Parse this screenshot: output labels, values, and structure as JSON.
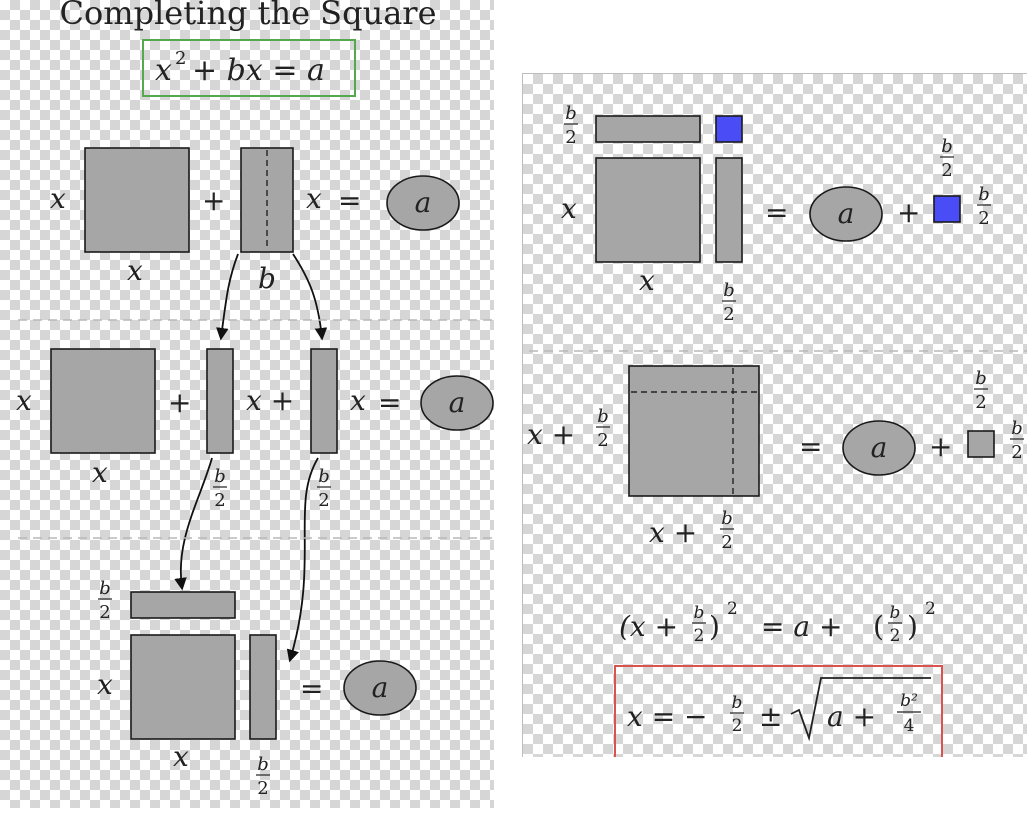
{
  "left": {
    "title": "Completing the Square",
    "equation": {
      "x": "x",
      "exp": "2",
      "rest": "+ bx = a"
    },
    "row1": {
      "x_side": "x",
      "x_bottom": "x",
      "plus": "+",
      "b_bottom": "b",
      "x_after": "x",
      "equals": "=",
      "a": "a"
    },
    "row2": {
      "x_side": "x",
      "x_bottom": "x",
      "plus1": "+",
      "x_mid": "x +",
      "x_after": "x",
      "equals": "=",
      "a": "a",
      "b1": "b",
      "two1": "2",
      "b2": "b",
      "two2": "2"
    },
    "row3": {
      "b_top": "b",
      "two_top": "2",
      "x_side": "x",
      "x_bottom": "x",
      "equals": "=",
      "a": "a",
      "b_bot": "b",
      "two_bot": "2"
    }
  },
  "right": {
    "row1": {
      "b_top": "b",
      "two_top": "2",
      "x_side": "x",
      "x_bottom": "x",
      "b_bot": "b",
      "two_bot": "2",
      "equals": "=",
      "a": "a",
      "plus": "+",
      "sq_b_top": "b",
      "sq_two_top": "2",
      "sq_b_side": "b",
      "sq_two_side": "2"
    },
    "row2": {
      "x_side": "x +",
      "b_side": "b",
      "two_side": "2",
      "x_bottom": "x +",
      "b_bottom": "b",
      "two_bottom": "2",
      "equals": "=",
      "a": "a",
      "plus": "+",
      "sq_b_top": "b",
      "sq_two_top": "2",
      "sq_b_side": "b",
      "sq_two_side": "2"
    },
    "identity": {
      "lhs_open": "(x +",
      "lhs_close": ")",
      "b": "b",
      "two": "2",
      "exp": "2",
      "rhs": "= a +",
      "rhs_b": "b",
      "rhs_two": "2",
      "rhs_open": "(",
      "rhs_close": ")",
      "rhs_exp": "2"
    },
    "solution": {
      "lhs": "x = −",
      "b": "b",
      "two": "2",
      "pm": "±",
      "a": "a +",
      "b2": "b²",
      "four": "4"
    }
  },
  "colors": {
    "shape_fill": "#a6a6a6",
    "blue_square": "#4a4df5",
    "title_box": "#55a84b",
    "solution_box": "#d9534f"
  }
}
